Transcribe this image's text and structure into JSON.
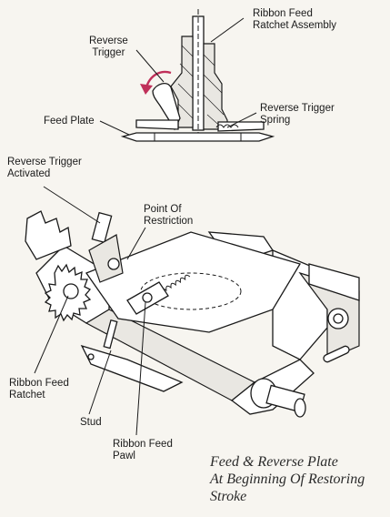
{
  "labels": {
    "ribbon_feed_ratchet_assembly_1": "Ribbon Feed",
    "ribbon_feed_ratchet_assembly_2": "Ratchet Assembly",
    "reverse_trigger_1": "Reverse",
    "reverse_trigger_2": "Trigger",
    "reverse_trigger_spring_1": "Reverse Trigger",
    "reverse_trigger_spring_2": "Spring",
    "feed_plate": "Feed Plate",
    "reverse_trigger_activated_1": "Reverse Trigger",
    "reverse_trigger_activated_2": "Activated",
    "point_of_restriction_1": "Point Of",
    "point_of_restriction_2": "Restriction",
    "ribbon_feed_ratchet_1": "Ribbon Feed",
    "ribbon_feed_ratchet_2": "Ratchet",
    "stud": "Stud",
    "ribbon_feed_pawl_1": "Ribbon Feed",
    "ribbon_feed_pawl_2": "Pawl"
  },
  "caption": {
    "line1": "Feed & Reverse Plate",
    "line2": "At Beginning Of Restoring",
    "line3": "Stroke"
  },
  "colors": {
    "arrow": "#c0305a",
    "ink": "#1a1a1a",
    "paper": "#f7f5f0"
  }
}
